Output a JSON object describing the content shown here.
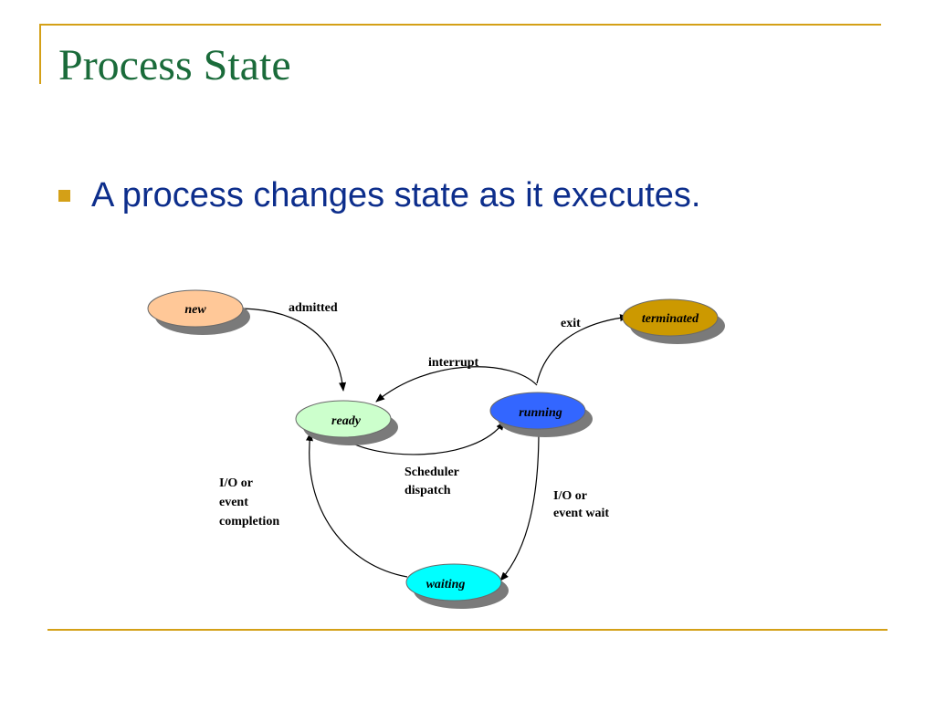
{
  "slide": {
    "title": "Process State",
    "bullet": "A process changes state as it executes."
  },
  "colors": {
    "accent": "#d4a017",
    "title": "#1a6b3a",
    "bullet_text": "#0d2e8c"
  },
  "diagram": {
    "states": {
      "new": {
        "label": "new",
        "color": "#ffc898"
      },
      "ready": {
        "label": "ready",
        "color": "#ccffcc"
      },
      "running": {
        "label": "running",
        "color": "#3366ff"
      },
      "waiting": {
        "label": "waiting",
        "color": "#00ffff"
      },
      "terminated": {
        "label": "terminated",
        "color": "#cc9900"
      }
    },
    "transitions": {
      "admitted": "admitted",
      "exit": "exit",
      "interrupt": "interrupt",
      "scheduler_dispatch": [
        "Scheduler",
        "dispatch"
      ],
      "io_event_completion": [
        "I/O or",
        "event",
        "completion"
      ],
      "io_event_wait": [
        "I/O or",
        "event wait"
      ]
    }
  }
}
